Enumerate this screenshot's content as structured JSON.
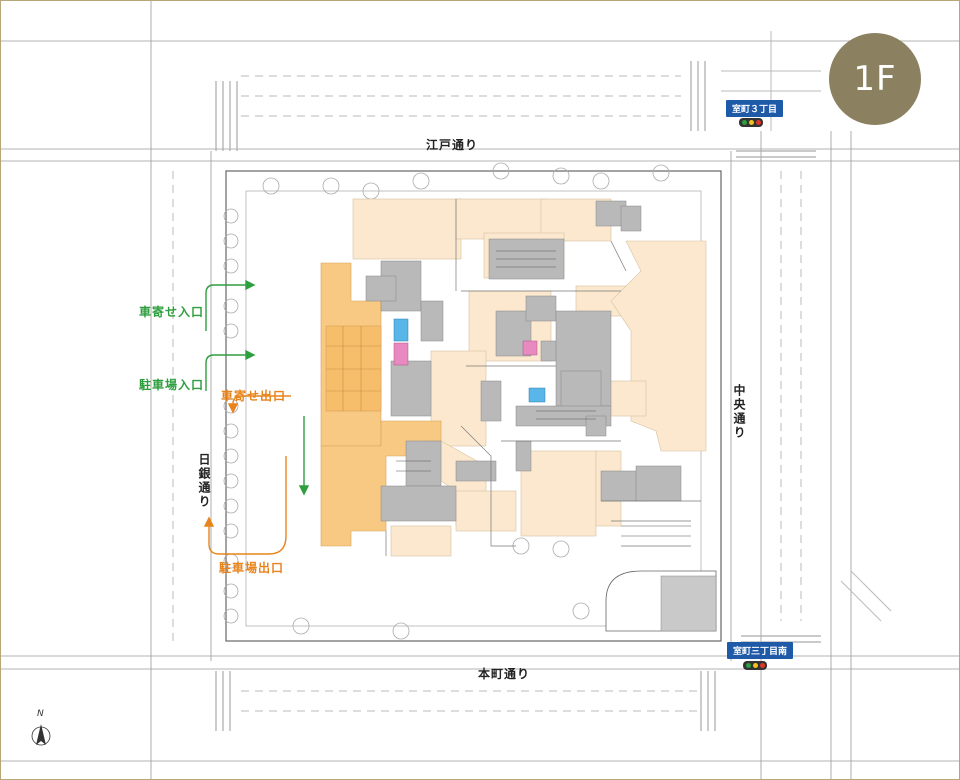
{
  "floor_badge": "1F",
  "roads": {
    "north": "江戸通り",
    "south": "本町通り",
    "east": "中央通り",
    "west": "日銀通り"
  },
  "entrances": {
    "drop_off_entrance": "車寄せ入口",
    "parking_entrance": "駐車場入口",
    "drop_off_exit": "車寄せ出口",
    "parking_exit": "駐車場出口"
  },
  "intersections": {
    "north_east": "室町３丁目",
    "south_east": "室町三丁目南"
  },
  "colors": {
    "frame": "#b5a77a",
    "badge": "#8b8160",
    "shop_area": "#fbe8cf",
    "highlight_area": "#f8c982",
    "service_area": "#b9b9b9",
    "entrance_green": "#2e9e3f",
    "exit_orange": "#e8841c",
    "signal_label": "#1e5aa8"
  }
}
